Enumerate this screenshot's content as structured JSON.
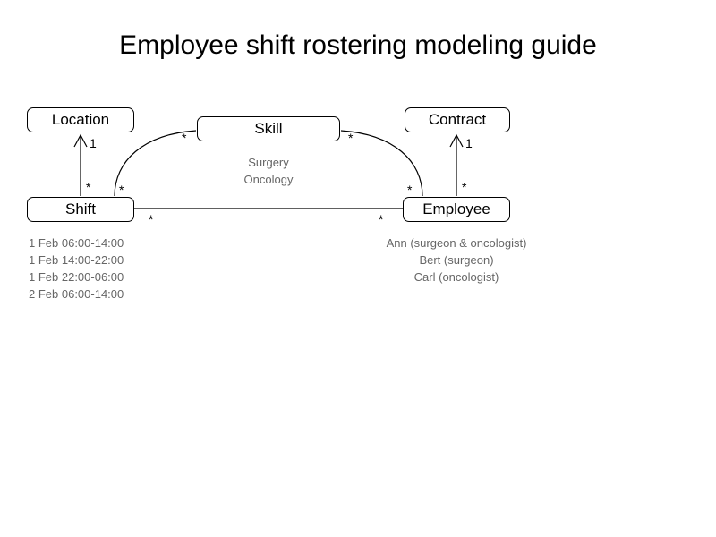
{
  "title": "Employee shift rostering modeling guide",
  "entities": {
    "location": {
      "label": "Location"
    },
    "skill": {
      "label": "Skill"
    },
    "contract": {
      "label": "Contract"
    },
    "shift": {
      "label": "Shift"
    },
    "employee": {
      "label": "Employee"
    }
  },
  "relations": {
    "shift_location": {
      "from": "*",
      "to": "1"
    },
    "employee_contract": {
      "from": "*",
      "to": "1"
    },
    "shift_skill": {
      "from": "*",
      "to": "*"
    },
    "skill_employee": {
      "from": "*",
      "to": "*"
    },
    "shift_employee": {
      "from": "*",
      "to": "*"
    }
  },
  "examples": {
    "skill": [
      "Surgery",
      "Oncology"
    ],
    "shift": [
      "1 Feb 06:00-14:00",
      "1 Feb 14:00-22:00",
      "1 Feb 22:00-06:00",
      "2 Feb 06:00-14:00"
    ],
    "employee": [
      "Ann (surgeon & oncologist)",
      "Bert (surgeon)",
      "Carl (oncologist)"
    ]
  },
  "colors": {
    "line": "#000000",
    "example_text": "#666666",
    "background": "#ffffff"
  }
}
